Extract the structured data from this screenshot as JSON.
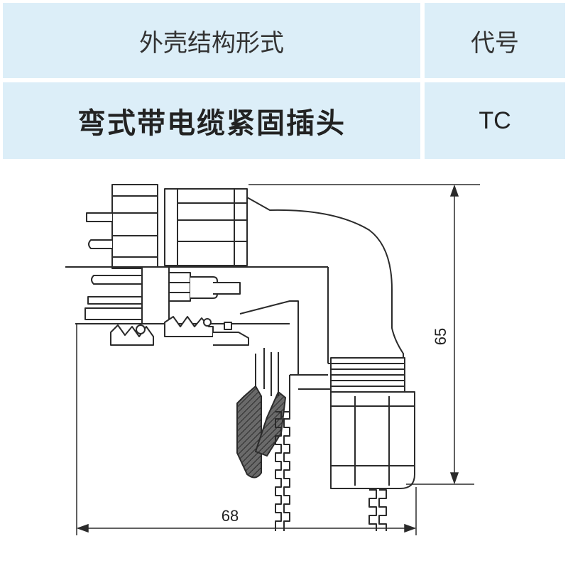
{
  "table": {
    "header_structure": "外壳结构形式",
    "header_code": "代号",
    "row_structure": "弯式带电缆紧固插头",
    "row_code": "TC"
  },
  "drawing": {
    "dim_height": "65",
    "dim_width": "68"
  },
  "colors": {
    "table_cell": "#dceef8",
    "line": "#2b2b2b",
    "section_fill": "#5a5a5a"
  }
}
